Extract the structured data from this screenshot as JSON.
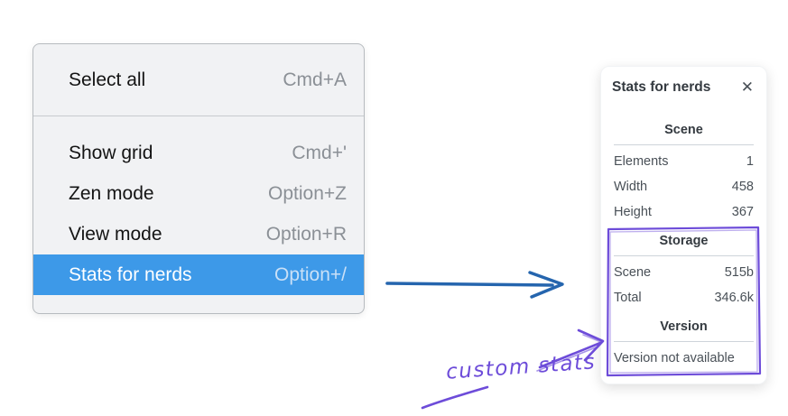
{
  "colors": {
    "menu_highlight": "#3d99e8",
    "menu_bg": "#f1f2f4",
    "blue_arrow": "#2565ae",
    "annotation_purple": "#6d4cd9",
    "panel_text": "#495057",
    "panel_heading": "#343a40"
  },
  "icons": {
    "close": "✕"
  },
  "menu": {
    "sections": [
      {
        "items": [
          {
            "label": "Select all",
            "shortcut": "Cmd+A"
          }
        ]
      },
      {
        "items": [
          {
            "label": "Show grid",
            "shortcut": "Cmd+'"
          },
          {
            "label": "Zen mode",
            "shortcut": "Option+Z"
          },
          {
            "label": "View mode",
            "shortcut": "Option+R"
          },
          {
            "label": "Stats for nerds",
            "shortcut": "Option+/",
            "highlighted": true
          }
        ]
      }
    ]
  },
  "panel": {
    "title": "Stats for nerds",
    "sections": [
      {
        "heading": "Scene",
        "rows": [
          [
            "Elements",
            "1"
          ],
          [
            "Width",
            "458"
          ],
          [
            "Height",
            "367"
          ]
        ]
      },
      {
        "heading": "Storage",
        "rows": [
          [
            "Scene",
            "515b"
          ],
          [
            "Total",
            "346.6k"
          ]
        ]
      },
      {
        "heading": "Version",
        "note": "Version not available"
      }
    ]
  },
  "annotations": {
    "custom_stats_label": "custom stats"
  }
}
